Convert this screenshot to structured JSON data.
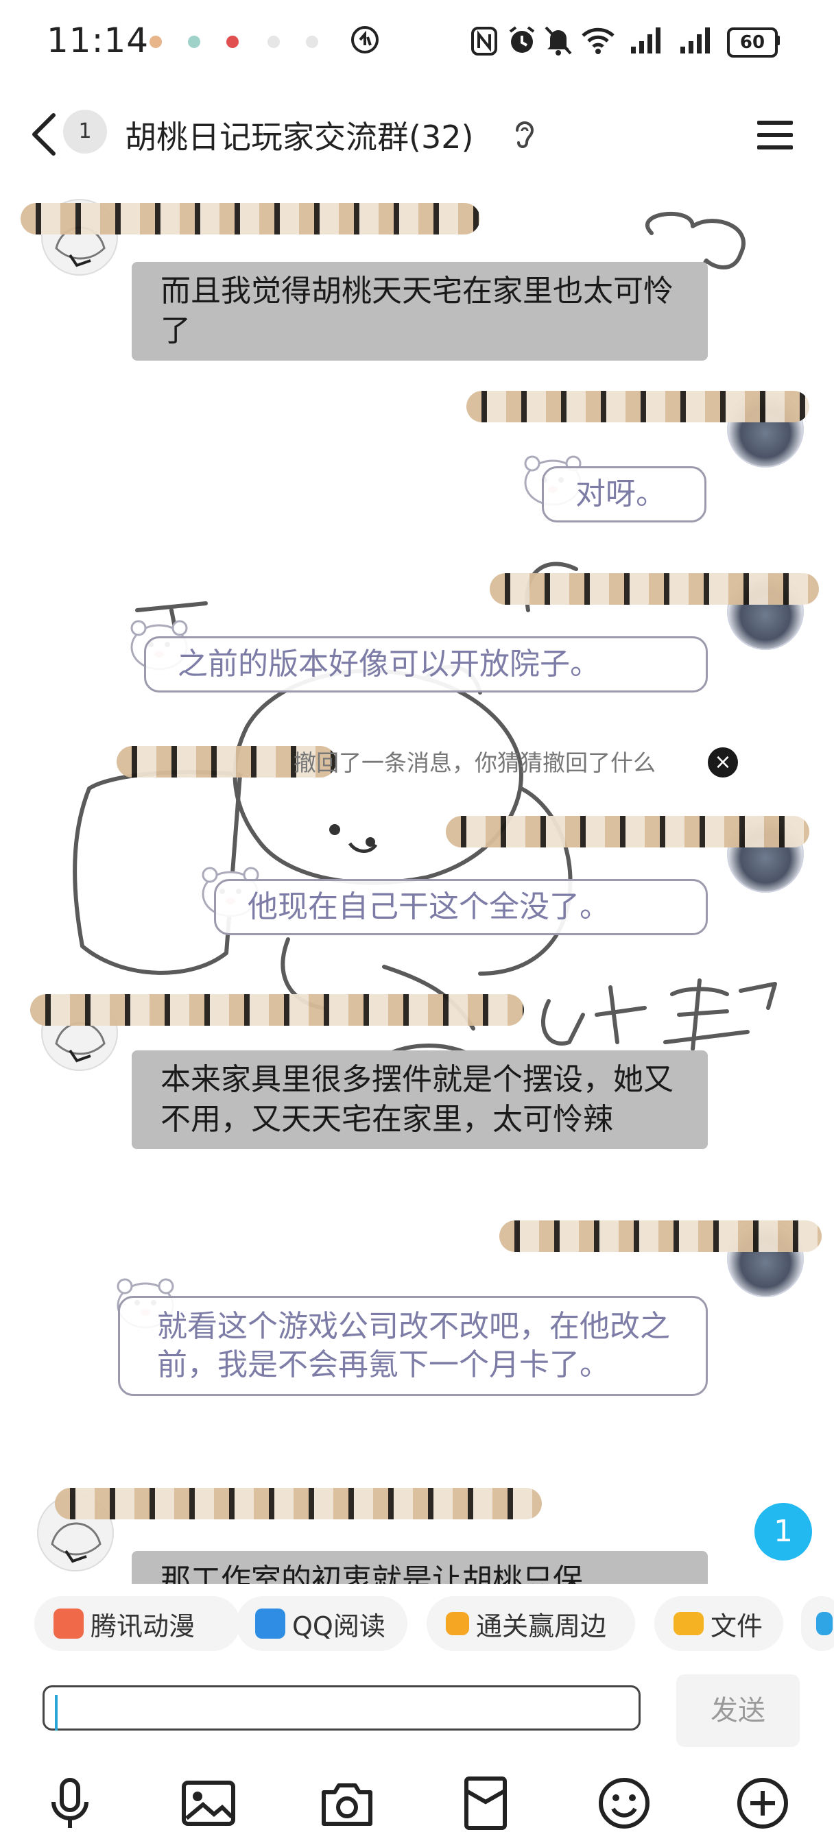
{
  "status_bar": {
    "time": "11:14",
    "battery": "60",
    "icons": [
      "nfc-icon",
      "alarm-icon",
      "mute-icon",
      "wifi-icon",
      "signal-icon",
      "signal-icon"
    ]
  },
  "header": {
    "unread_count": "1",
    "title": "胡桃日记玩家交流群(32)",
    "icons": [
      "back-icon",
      "ear-icon",
      "menu-icon"
    ]
  },
  "messages": [
    {
      "side": "left",
      "style": "plain",
      "text": "而且我觉得胡桃天天宅在家里也太可怜了"
    },
    {
      "side": "right",
      "style": "deco",
      "text": "对呀。"
    },
    {
      "side": "right",
      "style": "deco",
      "text": "之前的版本好像可以开放院子。"
    },
    {
      "side": "system",
      "text": "撤回了一条消息，你猜猜撤回了什么"
    },
    {
      "side": "right",
      "style": "deco",
      "text": "他现在自己干这个全没了。"
    },
    {
      "side": "left",
      "style": "plain",
      "text": "本来家具里很多摆件就是个摆设，她又不用，又天天宅在家里，太可怜辣"
    },
    {
      "side": "right",
      "style": "deco",
      "text": "就看这个游戏公司改不改吧，在他改之前，我是不会再氪下一个月卡了。"
    },
    {
      "side": "left",
      "style": "plain",
      "text": "那工作室的初衷就是让胡桃只保"
    }
  ],
  "new_message_count": "1",
  "quick_apps": [
    {
      "label": "腾讯动漫",
      "icon": "tencent-comic-icon",
      "color": "#f06a4a"
    },
    {
      "label": "QQ阅读",
      "icon": "qq-read-icon",
      "color": "#2f8de4"
    },
    {
      "label": "通关赢周边",
      "icon": "gift-icon",
      "color": "#f5a623"
    },
    {
      "label": "文件",
      "icon": "folder-icon",
      "color": "#f5b323"
    }
  ],
  "input": {
    "value": "",
    "placeholder": ""
  },
  "send_label": "发送",
  "toolbar": [
    "microphone-icon",
    "image-icon",
    "camera-icon",
    "red-packet-icon",
    "emoji-icon",
    "plus-icon"
  ],
  "colors": {
    "accent": "#22b8f0",
    "bubble_gray": "#bdbdbd",
    "deco_text": "#7c7ca6"
  }
}
